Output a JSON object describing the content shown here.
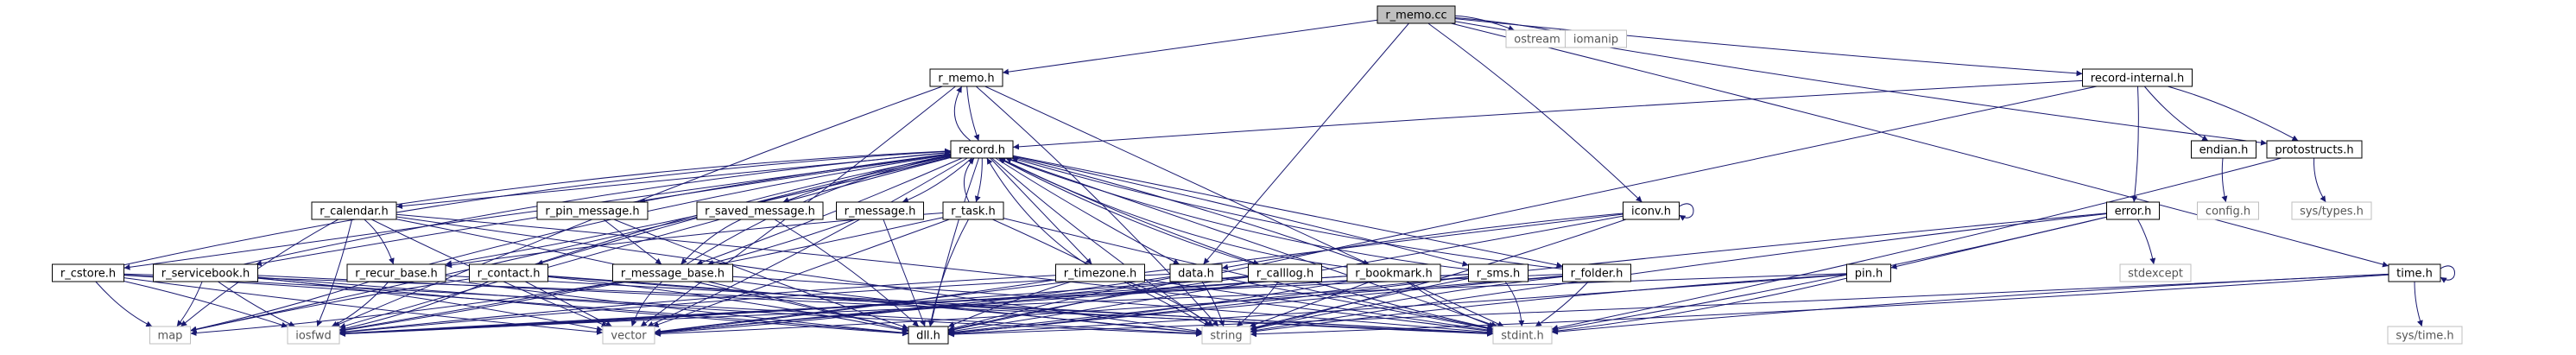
{
  "diagram": {
    "type": "include-dependency-graph",
    "colors": {
      "edge": "#191970",
      "node_border": "#000000",
      "root_fill": "#bfbfbf",
      "node_fill": "#ffffff",
      "leaf_border": "#bfbfbf",
      "leaf_text": "#555555",
      "text": "#000000"
    },
    "nodes": [
      {
        "id": "r_memo_cc",
        "label": "r_memo.cc",
        "kind": "root"
      },
      {
        "id": "ostream",
        "label": "ostream",
        "kind": "leaf"
      },
      {
        "id": "iomanip",
        "label": "iomanip",
        "kind": "leaf"
      },
      {
        "id": "r_memo_h",
        "label": "r_memo.h",
        "kind": "header"
      },
      {
        "id": "record_internal_h",
        "label": "record-internal.h",
        "kind": "header"
      },
      {
        "id": "record_h",
        "label": "record.h",
        "kind": "header"
      },
      {
        "id": "endian_h",
        "label": "endian.h",
        "kind": "header"
      },
      {
        "id": "protostructs_h",
        "label": "protostructs.h",
        "kind": "header"
      },
      {
        "id": "config_h",
        "label": "config.h",
        "kind": "leaf"
      },
      {
        "id": "sys_types_h",
        "label": "sys/types.h",
        "kind": "leaf"
      },
      {
        "id": "error_h",
        "label": "error.h",
        "kind": "header"
      },
      {
        "id": "stdexcept",
        "label": "stdexcept",
        "kind": "leaf"
      },
      {
        "id": "r_calendar_h",
        "label": "r_calendar.h",
        "kind": "header"
      },
      {
        "id": "r_pin_message_h",
        "label": "r_pin_message.h",
        "kind": "header"
      },
      {
        "id": "r_saved_message_h",
        "label": "r_saved_message.h",
        "kind": "header"
      },
      {
        "id": "r_message_h",
        "label": "r_message.h",
        "kind": "header"
      },
      {
        "id": "r_task_h",
        "label": "r_task.h",
        "kind": "header"
      },
      {
        "id": "iconv_h",
        "label": "iconv.h",
        "kind": "header"
      },
      {
        "id": "r_cstore_h",
        "label": "r_cstore.h",
        "kind": "header"
      },
      {
        "id": "r_servicebook_h",
        "label": "r_servicebook.h",
        "kind": "header"
      },
      {
        "id": "r_recur_base_h",
        "label": "r_recur_base.h",
        "kind": "header"
      },
      {
        "id": "r_contact_h",
        "label": "r_contact.h",
        "kind": "header"
      },
      {
        "id": "r_message_base_h",
        "label": "r_message_base.h",
        "kind": "header"
      },
      {
        "id": "r_timezone_h",
        "label": "r_timezone.h",
        "kind": "header"
      },
      {
        "id": "data_h",
        "label": "data.h",
        "kind": "header"
      },
      {
        "id": "r_calllog_h",
        "label": "r_calllog.h",
        "kind": "header"
      },
      {
        "id": "r_bookmark_h",
        "label": "r_bookmark.h",
        "kind": "header"
      },
      {
        "id": "r_sms_h",
        "label": "r_sms.h",
        "kind": "header"
      },
      {
        "id": "r_folder_h",
        "label": "r_folder.h",
        "kind": "header"
      },
      {
        "id": "pin_h",
        "label": "pin.h",
        "kind": "header"
      },
      {
        "id": "time_h",
        "label": "time.h",
        "kind": "header"
      },
      {
        "id": "sys_time_h",
        "label": "sys/time.h",
        "kind": "leaf"
      },
      {
        "id": "map",
        "label": "map",
        "kind": "leaf"
      },
      {
        "id": "iosfwd",
        "label": "iosfwd",
        "kind": "leaf"
      },
      {
        "id": "vector",
        "label": "vector",
        "kind": "leaf"
      },
      {
        "id": "dll_h",
        "label": "dll.h",
        "kind": "header"
      },
      {
        "id": "string",
        "label": "string",
        "kind": "leaf"
      },
      {
        "id": "stdint_h",
        "label": "stdint.h",
        "kind": "leaf"
      }
    ],
    "edges": [
      [
        "r_memo_cc",
        "ostream"
      ],
      [
        "r_memo_cc",
        "iomanip"
      ],
      [
        "r_memo_cc",
        "r_memo_h"
      ],
      [
        "r_memo_cc",
        "record_internal_h"
      ],
      [
        "r_memo_cc",
        "protostructs_h"
      ],
      [
        "r_memo_cc",
        "iconv_h"
      ],
      [
        "r_memo_cc",
        "time_h"
      ],
      [
        "r_memo_cc",
        "data_h"
      ],
      [
        "r_memo_h",
        "record_h"
      ],
      [
        "r_memo_h",
        "iosfwd"
      ],
      [
        "r_memo_h",
        "string"
      ],
      [
        "r_memo_h",
        "vector"
      ],
      [
        "r_memo_h",
        "stdint_h"
      ],
      [
        "record_internal_h",
        "record_h"
      ],
      [
        "record_internal_h",
        "endian_h"
      ],
      [
        "record_internal_h",
        "protostructs_h"
      ],
      [
        "record_internal_h",
        "error_h"
      ],
      [
        "record_internal_h",
        "dll_h"
      ],
      [
        "endian_h",
        "config_h"
      ],
      [
        "protostructs_h",
        "sys_types_h"
      ],
      [
        "protostructs_h",
        "stdint_h"
      ],
      [
        "error_h",
        "stdexcept"
      ],
      [
        "error_h",
        "pin_h"
      ],
      [
        "error_h",
        "dll_h"
      ],
      [
        "error_h",
        "string"
      ],
      [
        "error_h",
        "stdint_h"
      ],
      [
        "record_h",
        "r_memo_h"
      ],
      [
        "record_h",
        "r_calendar_h"
      ],
      [
        "record_h",
        "r_pin_message_h"
      ],
      [
        "record_h",
        "r_saved_message_h"
      ],
      [
        "record_h",
        "r_message_h"
      ],
      [
        "record_h",
        "r_task_h"
      ],
      [
        "record_h",
        "r_cstore_h"
      ],
      [
        "record_h",
        "r_servicebook_h"
      ],
      [
        "record_h",
        "r_contact_h"
      ],
      [
        "record_h",
        "r_recur_base_h"
      ],
      [
        "record_h",
        "r_message_base_h"
      ],
      [
        "record_h",
        "r_timezone_h"
      ],
      [
        "record_h",
        "data_h"
      ],
      [
        "record_h",
        "r_calllog_h"
      ],
      [
        "record_h",
        "r_bookmark_h"
      ],
      [
        "record_h",
        "r_sms_h"
      ],
      [
        "record_h",
        "r_folder_h"
      ],
      [
        "record_h",
        "iosfwd"
      ],
      [
        "record_h",
        "string"
      ],
      [
        "record_h",
        "vector"
      ],
      [
        "record_h",
        "map"
      ],
      [
        "record_h",
        "stdint_h"
      ],
      [
        "record_h",
        "dll_h"
      ],
      [
        "r_calendar_h",
        "record_h"
      ],
      [
        "r_calendar_h",
        "r_recur_base_h"
      ],
      [
        "r_calendar_h",
        "iosfwd"
      ],
      [
        "r_calendar_h",
        "string"
      ],
      [
        "r_calendar_h",
        "vector"
      ],
      [
        "r_calendar_h",
        "map"
      ],
      [
        "r_calendar_h",
        "stdint_h"
      ],
      [
        "r_calendar_h",
        "dll_h"
      ],
      [
        "r_pin_message_h",
        "r_message_base_h"
      ],
      [
        "r_pin_message_h",
        "dll_h"
      ],
      [
        "r_saved_message_h",
        "r_message_base_h"
      ],
      [
        "r_saved_message_h",
        "dll_h"
      ],
      [
        "r_message_h",
        "r_message_base_h"
      ],
      [
        "r_message_h",
        "dll_h"
      ],
      [
        "r_task_h",
        "record_h"
      ],
      [
        "r_task_h",
        "r_recur_base_h"
      ],
      [
        "r_task_h",
        "iosfwd"
      ],
      [
        "r_task_h",
        "string"
      ],
      [
        "r_task_h",
        "vector"
      ],
      [
        "r_task_h",
        "stdint_h"
      ],
      [
        "r_task_h",
        "dll_h"
      ],
      [
        "r_cstore_h",
        "record_h"
      ],
      [
        "r_cstore_h",
        "iosfwd"
      ],
      [
        "r_cstore_h",
        "string"
      ],
      [
        "r_cstore_h",
        "vector"
      ],
      [
        "r_cstore_h",
        "map"
      ],
      [
        "r_cstore_h",
        "stdint_h"
      ],
      [
        "r_cstore_h",
        "dll_h"
      ],
      [
        "r_servicebook_h",
        "record_h"
      ],
      [
        "r_servicebook_h",
        "iosfwd"
      ],
      [
        "r_servicebook_h",
        "string"
      ],
      [
        "r_servicebook_h",
        "vector"
      ],
      [
        "r_servicebook_h",
        "map"
      ],
      [
        "r_servicebook_h",
        "stdint_h"
      ],
      [
        "r_servicebook_h",
        "dll_h"
      ],
      [
        "r_recur_base_h",
        "record_h"
      ],
      [
        "r_recur_base_h",
        "iosfwd"
      ],
      [
        "r_recur_base_h",
        "map"
      ],
      [
        "r_recur_base_h",
        "stdint_h"
      ],
      [
        "r_recur_base_h",
        "dll_h"
      ],
      [
        "r_contact_h",
        "record_h"
      ],
      [
        "r_contact_h",
        "iosfwd"
      ],
      [
        "r_contact_h",
        "string"
      ],
      [
        "r_contact_h",
        "vector"
      ],
      [
        "r_contact_h",
        "map"
      ],
      [
        "r_contact_h",
        "stdint_h"
      ],
      [
        "r_contact_h",
        "dll_h"
      ],
      [
        "r_message_base_h",
        "record_h"
      ],
      [
        "r_message_base_h",
        "iosfwd"
      ],
      [
        "r_message_base_h",
        "string"
      ],
      [
        "r_message_base_h",
        "vector"
      ],
      [
        "r_message_base_h",
        "map"
      ],
      [
        "r_message_base_h",
        "stdint_h"
      ],
      [
        "r_message_base_h",
        "dll_h"
      ],
      [
        "r_timezone_h",
        "record_h"
      ],
      [
        "r_timezone_h",
        "iosfwd"
      ],
      [
        "r_timezone_h",
        "string"
      ],
      [
        "r_timezone_h",
        "vector"
      ],
      [
        "r_timezone_h",
        "stdint_h"
      ],
      [
        "r_timezone_h",
        "dll_h"
      ],
      [
        "data_h",
        "iosfwd"
      ],
      [
        "data_h",
        "vector"
      ],
      [
        "data_h",
        "string"
      ],
      [
        "data_h",
        "stdint_h"
      ],
      [
        "data_h",
        "dll_h"
      ],
      [
        "r_calllog_h",
        "record_h"
      ],
      [
        "r_calllog_h",
        "iosfwd"
      ],
      [
        "r_calllog_h",
        "string"
      ],
      [
        "r_calllog_h",
        "vector"
      ],
      [
        "r_calllog_h",
        "stdint_h"
      ],
      [
        "r_calllog_h",
        "dll_h"
      ],
      [
        "r_bookmark_h",
        "record_h"
      ],
      [
        "r_bookmark_h",
        "iosfwd"
      ],
      [
        "r_bookmark_h",
        "string"
      ],
      [
        "r_bookmark_h",
        "vector"
      ],
      [
        "r_bookmark_h",
        "stdint_h"
      ],
      [
        "r_bookmark_h",
        "dll_h"
      ],
      [
        "r_sms_h",
        "record_h"
      ],
      [
        "r_sms_h",
        "iosfwd"
      ],
      [
        "r_sms_h",
        "string"
      ],
      [
        "r_sms_h",
        "vector"
      ],
      [
        "r_sms_h",
        "stdint_h"
      ],
      [
        "r_sms_h",
        "dll_h"
      ],
      [
        "r_folder_h",
        "record_h"
      ],
      [
        "r_folder_h",
        "iosfwd"
      ],
      [
        "r_folder_h",
        "string"
      ],
      [
        "r_folder_h",
        "vector"
      ],
      [
        "r_folder_h",
        "stdint_h"
      ],
      [
        "r_folder_h",
        "dll_h"
      ],
      [
        "iconv_h",
        "iconv_h"
      ],
      [
        "iconv_h",
        "data_h"
      ],
      [
        "iconv_h",
        "string"
      ],
      [
        "iconv_h",
        "dll_h"
      ],
      [
        "iconv_h",
        "vector"
      ],
      [
        "pin_h",
        "iosfwd"
      ],
      [
        "pin_h",
        "string"
      ],
      [
        "pin_h",
        "stdint_h"
      ],
      [
        "pin_h",
        "dll_h"
      ],
      [
        "time_h",
        "time_h"
      ],
      [
        "time_h",
        "sys_time_h"
      ],
      [
        "time_h",
        "stdint_h"
      ],
      [
        "time_h",
        "string"
      ],
      [
        "time_h",
        "dll_h"
      ]
    ]
  }
}
